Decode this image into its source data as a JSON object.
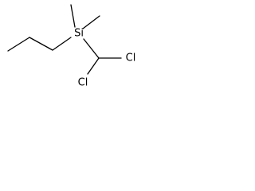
{
  "molecule": {
    "atoms": {
      "si": "Si",
      "cl_right": "Cl",
      "cl_left": "Cl"
    },
    "colors": {
      "bond": "#000000",
      "label": "#000000",
      "background": "#ffffff"
    }
  }
}
